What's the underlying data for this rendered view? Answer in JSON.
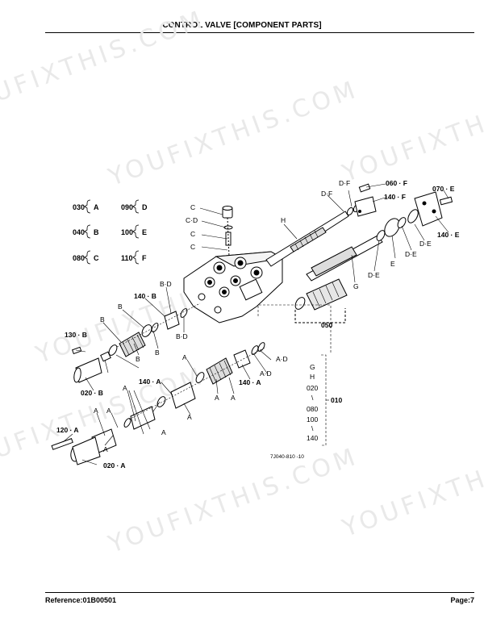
{
  "header": {
    "title": "CONTROL VALVE [COMPONENT PARTS]"
  },
  "footer": {
    "reference": "Reference:01B00501",
    "page": "Page:7"
  },
  "watermark": {
    "text": "YOUFIXTHIS.COM"
  },
  "drawing": {
    "code": "7J040-810 -10",
    "legend": [
      {
        "num": "030",
        "letter": "A"
      },
      {
        "num": "040",
        "letter": "B"
      },
      {
        "num": "080",
        "letter": "C"
      },
      {
        "num": "090",
        "letter": "D"
      },
      {
        "num": "100",
        "letter": "E"
      },
      {
        "num": "110",
        "letter": "F"
      }
    ],
    "callouts": {
      "c1": "C",
      "cd": "C·D",
      "c2": "C",
      "c3": "C",
      "h": "H",
      "df1": "D·F",
      "df2": "D·F",
      "f060": "060 · F",
      "f140": "140 · F",
      "e070": "070 · E",
      "e140": "140 · E",
      "de1": "D·E",
      "de2": "D·E",
      "de3": "D·E",
      "e": "E",
      "g": "G",
      "p050": "050",
      "bd1": "B·D",
      "bd2": "B·D",
      "b140": "140 · B",
      "b1": "B",
      "b2": "B",
      "b3": "B",
      "b4": "B",
      "b130": "130 · B",
      "b020": "020 · B",
      "ad1": "A·D",
      "ad2": "A·D",
      "a140a": "140 · A",
      "a140b": "140 · A",
      "a1": "A",
      "a2": "A",
      "a3": "A",
      "a4": "A",
      "a5": "A",
      "a6": "A",
      "a7": "A",
      "a8": "A",
      "a9": "A",
      "a120": "120 · A",
      "a020": "020 · A",
      "p010": "010",
      "stack": [
        "G",
        "H",
        "020",
        "\\",
        "080",
        "100",
        "\\",
        "140"
      ]
    }
  }
}
